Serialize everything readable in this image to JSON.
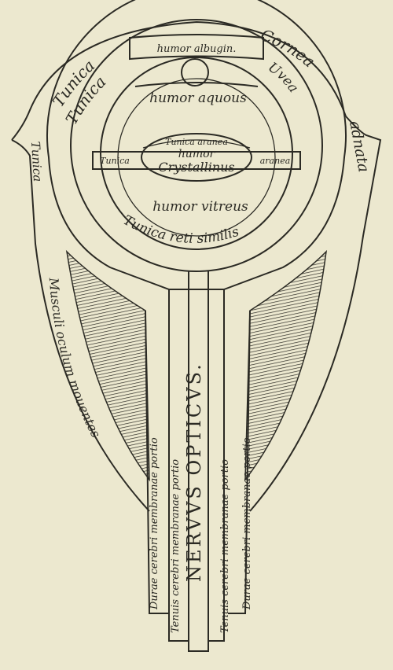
{
  "labels": {
    "humor_albugineus": "humor albugin.",
    "tunica_left": "Tunica",
    "cornea": "Cornea",
    "tunica_inner": "Tunica",
    "uvea": "Uvea",
    "humor_aquous": "humor aquous",
    "tunica_arachnea": "Tunica aranea",
    "humor_crystallinus_1": "humor",
    "humor_crystallinus_2": "Crystallinus",
    "iris_left": "Tunica",
    "iris_right": "aranea",
    "humor_vitreus": "humor vitreus",
    "tunica_retiformis": "Tunica reti similis",
    "tunica_outer_left": "Tunica",
    "adnata": "adnata",
    "musculi": "Musculi oculum mouentes",
    "nervus_opticus": "NERVVS OPTICVS.",
    "dura_left": "Durae cerebri membranae portio",
    "tenuis_left": "Tenuis cerebri membranae portio",
    "tenuis_right": "Tenuis cerebri membranae portio",
    "dura_right": "Durae cerebri membranae portio"
  },
  "colors": {
    "ink": "#2b2a24",
    "paper": "#ece8cf"
  }
}
